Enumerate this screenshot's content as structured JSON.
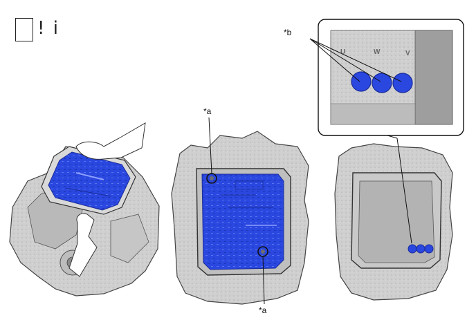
{
  "header": {
    "box": "",
    "glyph": "! i"
  },
  "callouts": {
    "a_top": "*a",
    "a_bottom": "*a",
    "b": "*b"
  },
  "inset_labels": {
    "u": "U",
    "w": "W",
    "v": "V"
  },
  "colors": {
    "accent_blue": "#2340d8",
    "metal_light": "#d4d4d4",
    "metal_mid": "#a9a9a9",
    "metal_dark": "#6e6e6e",
    "outline": "#333333"
  }
}
